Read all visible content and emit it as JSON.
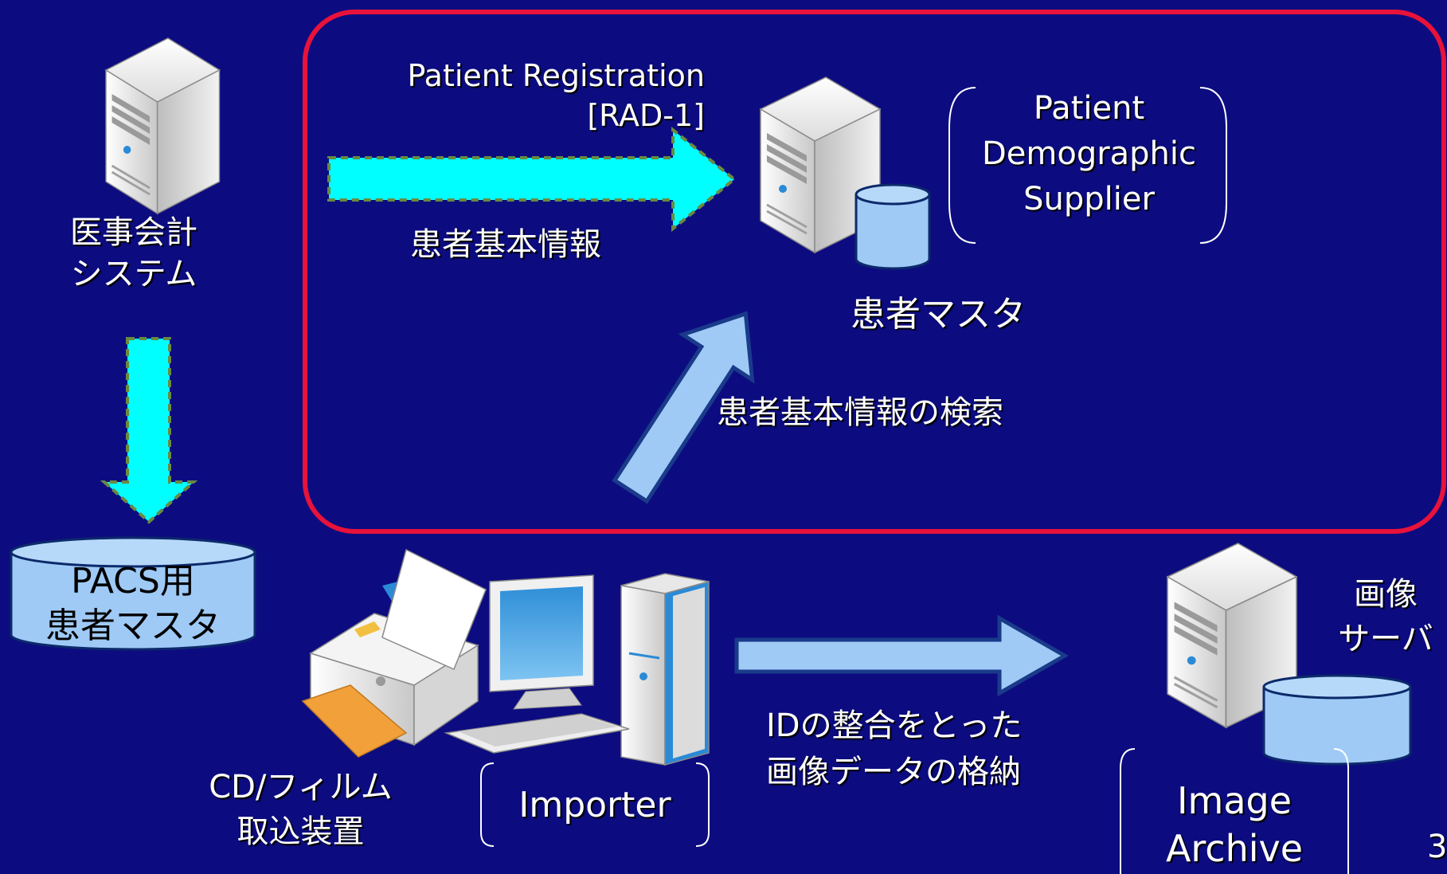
{
  "labels": {
    "hospital_accounting": [
      "医事会計",
      "システム"
    ],
    "pacs_master": [
      "PACS用",
      "患者マスタ"
    ],
    "rad1_line1": "Patient Registration",
    "rad1_line2": "[RAD-1]",
    "patient_basic_info": "患者基本情報",
    "patient_master": "患者マスタ",
    "pds": [
      "Patient",
      "Demographic",
      "Supplier"
    ],
    "query_patient_info": "患者基本情報の検索",
    "cd_film_importer": [
      "CD/フィルム",
      "取込装置"
    ],
    "importer": "Importer",
    "store_images": [
      "IDの整合をとった",
      "画像データの格納"
    ],
    "image_server": [
      "画像",
      "サーバ"
    ],
    "image_archive": [
      "Image",
      "Archive"
    ],
    "page_number": "3"
  },
  "colors": {
    "background": "#0c0c80",
    "actor_box": "#e8123a",
    "cyan_arrow": "#00ffff",
    "blue_arrow": "#9fcaf6",
    "db_fill": "#9fcaf6"
  },
  "icons": [
    "server-icon",
    "server-db-icon",
    "pc-printer-icon",
    "database-icon"
  ]
}
